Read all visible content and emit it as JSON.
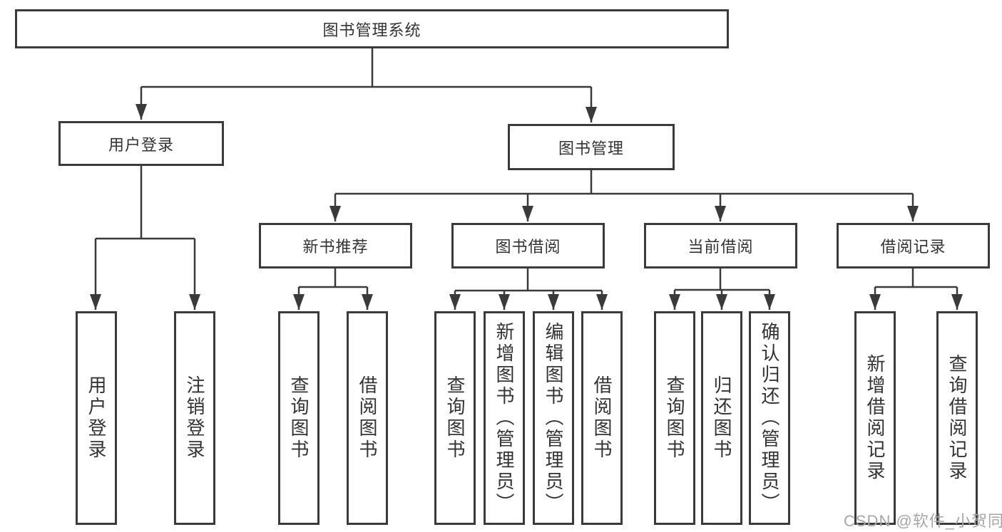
{
  "diagram": {
    "root": {
      "label": "图书管理系统"
    },
    "branches": [
      {
        "label": "用户登录",
        "children": [
          "用户登录",
          "注销登录"
        ]
      },
      {
        "label": "图书管理",
        "children": [
          {
            "label": "新书推荐",
            "children": [
              "查询图书",
              "借阅图书"
            ]
          },
          {
            "label": "图书借阅",
            "children": [
              "查询图书",
              "新增图书（管理员）",
              "编辑图书（管理员）",
              "借阅图书"
            ]
          },
          {
            "label": "当前借阅",
            "children": [
              "查询图书",
              "归还图书",
              "确认归还（管理员）"
            ]
          },
          {
            "label": "借阅记录",
            "children": [
              "新增借阅记录",
              "查询借阅记录"
            ]
          }
        ]
      }
    ]
  },
  "colors": {
    "line": "#3a3a3a",
    "text": "#333333",
    "bg": "#ffffff",
    "watermark": "#a6a6a6"
  },
  "watermark": {
    "text": "CSDN @软件_小贺同学"
  }
}
